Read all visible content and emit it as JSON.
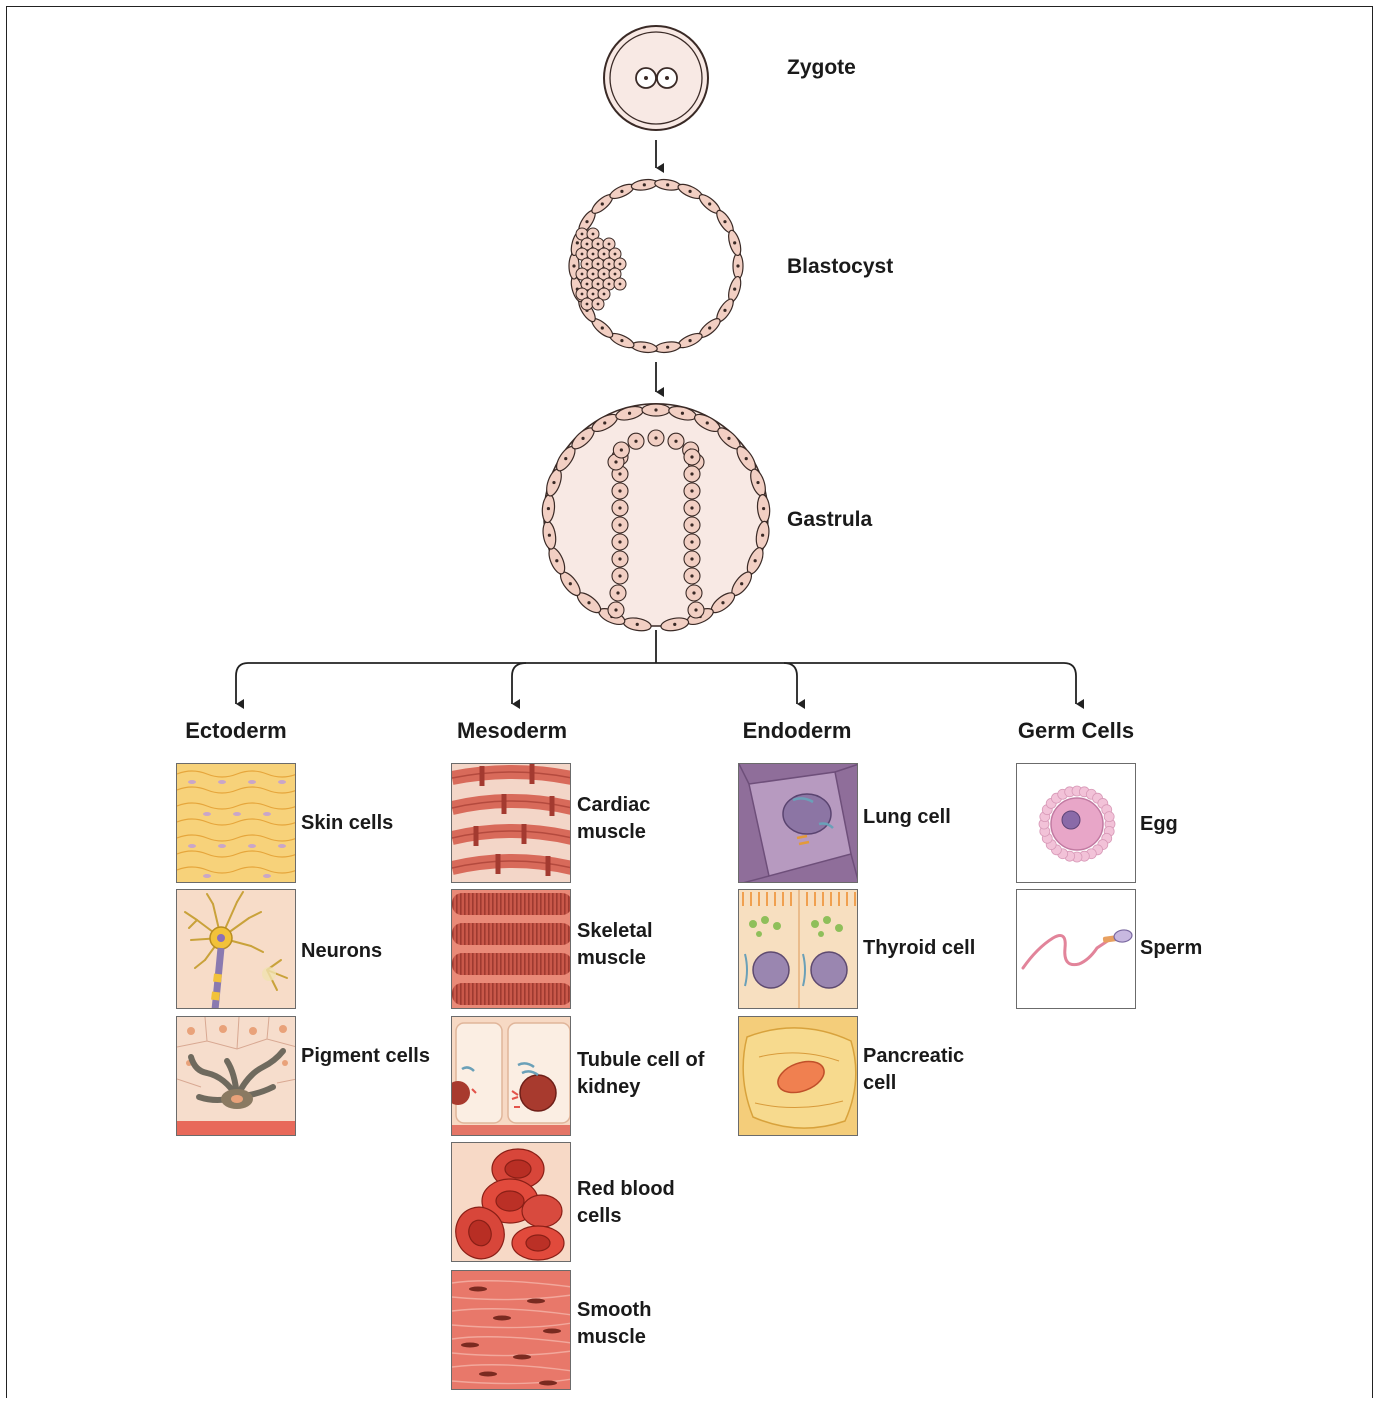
{
  "stages": {
    "zygote": "Zygote",
    "blastocyst": "Blastocyst",
    "gastrula": "Gastrula"
  },
  "germ_layers": [
    {
      "title": "Ectoderm",
      "cells": [
        "Skin cells",
        "Neurons",
        "Pigment cells"
      ]
    },
    {
      "title": "Mesoderm",
      "cells": [
        "Cardiac muscle",
        "Skeletal muscle",
        "Tubule cell of kidney",
        "Red blood cells",
        "Smooth muscle"
      ]
    },
    {
      "title": "Endoderm",
      "cells": [
        "Lung cell",
        "Thyroid cell",
        "Pancreatic cell"
      ]
    },
    {
      "title": "Germ Cells",
      "cells": [
        "Egg",
        "Sperm"
      ]
    }
  ],
  "colors": {
    "embryo_fill": "#f8e9e4",
    "cell_fill": "#f2cfc3",
    "outline": "#3a2a26",
    "arrow": "#222222"
  }
}
